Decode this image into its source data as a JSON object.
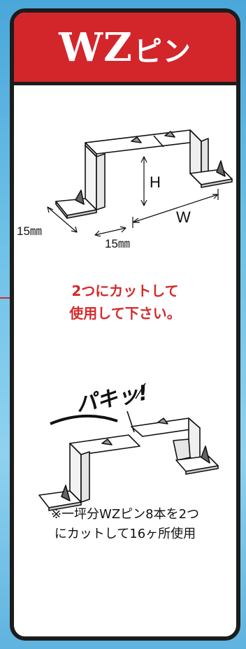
{
  "title": {
    "latin": "WZ",
    "kana": "ピン"
  },
  "dimensions": {
    "h": "H",
    "w": "W",
    "side_left": "15㎜",
    "side_bottom": "15㎜"
  },
  "instruction": {
    "line1": "2つにカットして",
    "line2": "使用して下さい。"
  },
  "snap_sound": "パキッ!",
  "note": {
    "line1": "※一坪分WZピン8本を2つ",
    "line2": "にカットして16ヶ所使用"
  }
}
